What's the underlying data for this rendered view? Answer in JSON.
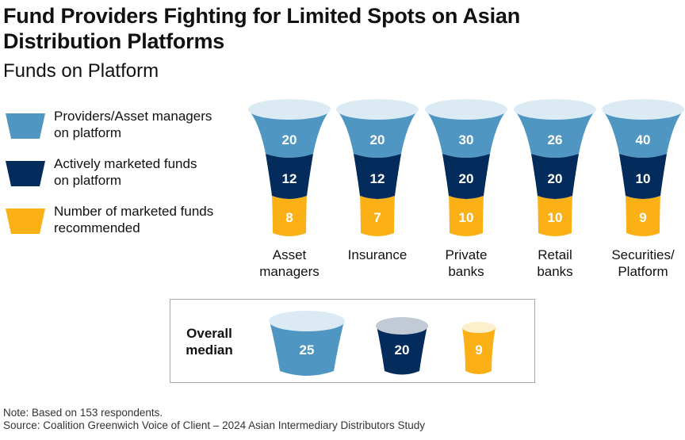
{
  "header": {
    "title_line1": "Fund Providers Fighting for Limited Spots on Asian",
    "title_line2": "Distribution Platforms",
    "subtitle": "Funds on Platform"
  },
  "colors": {
    "providers": "#4f97c2",
    "providers_top": "#dceaf4",
    "actively_marketed": "#032b5c",
    "actively_marketed_top": "#c2cad6",
    "recommended": "#fbb116",
    "recommended_top": "#fdefcb"
  },
  "legend": [
    {
      "line1": "Providers/Asset managers",
      "line2": "on platform",
      "color": "#4f97c2"
    },
    {
      "line1": "Actively marketed funds",
      "line2": "on platform",
      "color": "#032b5c"
    },
    {
      "line1": "Number of marketed funds",
      "line2": "recommended",
      "color": "#fbb116"
    }
  ],
  "categories": [
    {
      "line1": "Asset",
      "line2": "managers",
      "providers": "20",
      "actively": "12",
      "recommended": "8"
    },
    {
      "line1": "Insurance",
      "line2": "",
      "providers": "20",
      "actively": "12",
      "recommended": "7"
    },
    {
      "line1": "Private",
      "line2": "banks",
      "providers": "30",
      "actively": "20",
      "recommended": "10"
    },
    {
      "line1": "Retail",
      "line2": "banks",
      "providers": "26",
      "actively": "20",
      "recommended": "10"
    },
    {
      "line1": "Securities/",
      "line2": "Platform",
      "providers": "40",
      "actively": "10",
      "recommended": "9"
    }
  ],
  "median": {
    "label_line1": "Overall",
    "label_line2": "median",
    "providers": "25",
    "actively": "20",
    "recommended": "9"
  },
  "footer": {
    "note": "Note: Based on 153 respondents.",
    "source": "Source: Coalition Greenwich Voice of Client – 2024 Asian Intermediary Distributors Study"
  },
  "chart_data": {
    "type": "funnel",
    "title": "Fund Providers Fighting for Limited Spots on Asian Distribution Platforms",
    "subtitle": "Funds on Platform",
    "categories": [
      "Asset managers",
      "Insurance",
      "Private banks",
      "Retail banks",
      "Securities/Platform"
    ],
    "series": [
      {
        "name": "Providers/Asset managers on platform",
        "values": [
          20,
          20,
          30,
          26,
          40
        ]
      },
      {
        "name": "Actively marketed funds on platform",
        "values": [
          12,
          12,
          20,
          20,
          10
        ]
      },
      {
        "name": "Number of marketed funds recommended",
        "values": [
          8,
          7,
          10,
          10,
          9
        ]
      }
    ],
    "overall_median": {
      "Providers/Asset managers on platform": 25,
      "Actively marketed funds on platform": 20,
      "Number of marketed funds recommended": 9
    },
    "legend_position": "left",
    "note": "Note: Based on 153 respondents.",
    "source": "Source: Coalition Greenwich Voice of Client – 2024 Asian Intermediary Distributors Study"
  }
}
